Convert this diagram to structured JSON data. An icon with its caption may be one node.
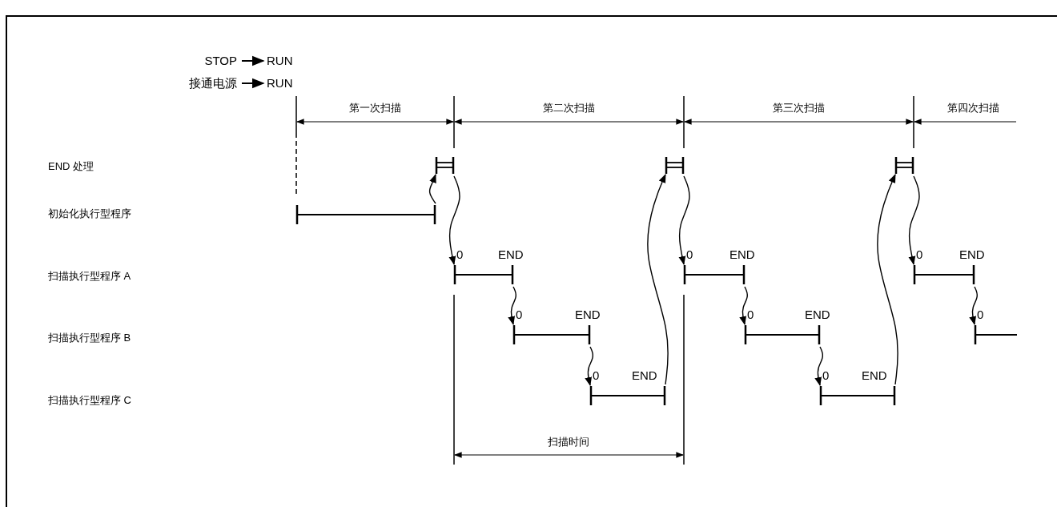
{
  "diagram": {
    "nodes": [
      {
        "text": [],
        "shape": "bar"
      },
      {
        "text": [],
        "shape": "bar"
      },
      {
        "text": [],
        "shape": "bar",
        "beside": [
          "0",
          "END"
        ]
      },
      {
        "text": [],
        "shape": "bar",
        "beside": [
          "0",
          "END"
        ]
      },
      {
        "text": [],
        "shape": "bar",
        "beside": [
          "0",
          "END"
        ]
      },
      {
        "text": [],
        "shape": "bar"
      },
      {
        "text": [],
        "shape": "bar",
        "beside": [
          "0",
          "END"
        ]
      },
      {
        "text": [],
        "shape": "bar",
        "beside": [
          "0",
          "END"
        ]
      },
      {
        "text": [],
        "shape": "bar",
        "beside": [
          "0",
          "END"
        ]
      },
      {
        "text": [],
        "shape": "bar"
      },
      {
        "text": [],
        "shape": "bar",
        "beside": [
          "0",
          "END"
        ]
      },
      {
        "text": [],
        "shape": "bar",
        "beside": [
          "0"
        ]
      }
    ],
    "edges": [
      {
        "from": 1,
        "to": 0,
        "arrow": "to"
      },
      {
        "from": 0,
        "to": 2,
        "arrow": "to"
      },
      {
        "from": 2,
        "to": 3,
        "arrow": "to"
      },
      {
        "from": 3,
        "to": 4,
        "arrow": "to"
      },
      {
        "from": 4,
        "to": 5,
        "arrow": "to"
      },
      {
        "from": 5,
        "to": 6,
        "arrow": "to"
      },
      {
        "from": 6,
        "to": 7,
        "arrow": "to"
      },
      {
        "from": 7,
        "to": 8,
        "arrow": "to"
      },
      {
        "from": 8,
        "to": 9,
        "arrow": "to"
      },
      {
        "from": 9,
        "to": 10,
        "arrow": "to"
      },
      {
        "from": 10,
        "to": 11,
        "arrow": "to"
      }
    ],
    "labels": [
      "STOP",
      "RUN",
      "接通电源",
      "RUN",
      "第一次扫描",
      "第二次扫描",
      "第三次扫描",
      "第四次扫描",
      "END 处理",
      "初始化执行型程序",
      "扫描执行型程序 A",
      "扫描执行型程序 B",
      "扫描执行型程序 C",
      "扫描时间"
    ]
  }
}
